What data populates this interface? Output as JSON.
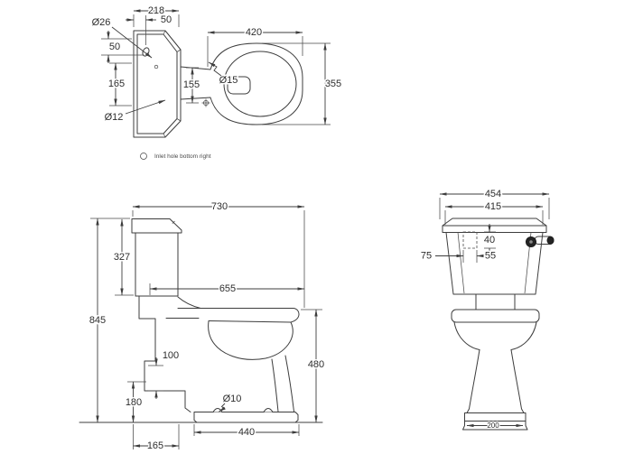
{
  "legend": {
    "label": "Inlet hole bottom right"
  },
  "top_view": {
    "cistern_width": "218",
    "hole_offset_h": "50",
    "hole_diameter": "Ø26",
    "hole_offset_v": "50",
    "cistern_side": "165",
    "small_hole_diameter": "Ø12",
    "connector_width": "155",
    "bowl_width": "420",
    "seat_hole_diameter": "Ø15",
    "bowl_depth": "355"
  },
  "side_view": {
    "overall_depth": "730",
    "cistern_height": "327",
    "outlet_to_front": "655",
    "overall_height": "845",
    "outlet_step": "100",
    "outlet_height": "180",
    "fixing_hole_diameter": "Ø10",
    "base_depth": "440",
    "seat_height": "480",
    "wall_clearance": "165"
  },
  "front_view": {
    "overall_width": "454",
    "cistern_width": "415",
    "inlet_depth": "40",
    "inlet_left_offset": "75",
    "inlet_spacing": "55",
    "base_width": "200"
  }
}
